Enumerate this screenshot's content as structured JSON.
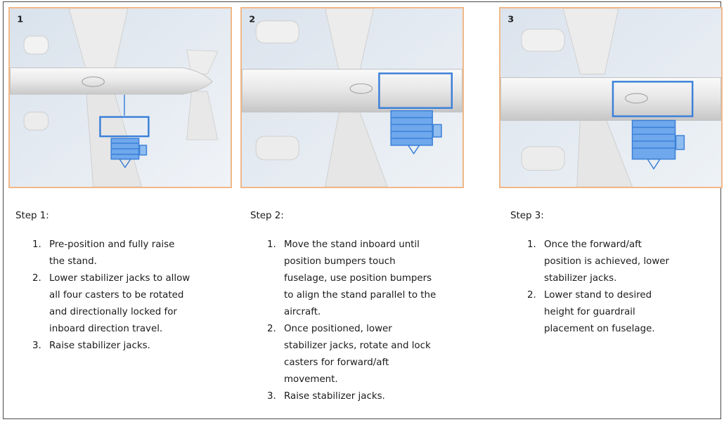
{
  "panels": [
    {
      "number": "1",
      "heading": "Step 1:",
      "items": [
        {
          "num": "1.",
          "text": "Pre-position and fully raise\nthe stand."
        },
        {
          "num": "2.",
          "text": "Lower stabilizer jacks to allow\nall four casters to be rotated\nand directionally locked for\ninboard direction travel."
        },
        {
          "num": "3.",
          "text": "Raise stabilizer jacks."
        }
      ]
    },
    {
      "number": "2",
      "heading": "Step 2:",
      "items": [
        {
          "num": "1.",
          "text": "Move the stand inboard until\nposition bumpers touch\nfuselage, use position bumpers\nto align the stand parallel to the\naircraft."
        },
        {
          "num": "2.",
          "text": "Once positioned, lower\nstabilizer jacks, rotate and lock\ncasters for forward/aft\nmovement."
        },
        {
          "num": "3.",
          "text": "Raise stabilizer jacks."
        }
      ]
    },
    {
      "number": "3",
      "heading": "Step 3:",
      "items": [
        {
          "num": "1.",
          "text": "Once the forward/aft\nposition is achieved, lower\nstabilizer jacks."
        },
        {
          "num": "2.",
          "text": " Lower stand to desired\nheight for guardrail\nplacement on fuselage."
        }
      ]
    }
  ],
  "colors": {
    "panel_border": "#f0b889",
    "stand_blue": "#4a8fe0",
    "background": "#e2e9f1",
    "aircraft": "#eeeeee"
  },
  "icons": [
    "aircraft-illustration",
    "maintenance-stand-icon"
  ]
}
